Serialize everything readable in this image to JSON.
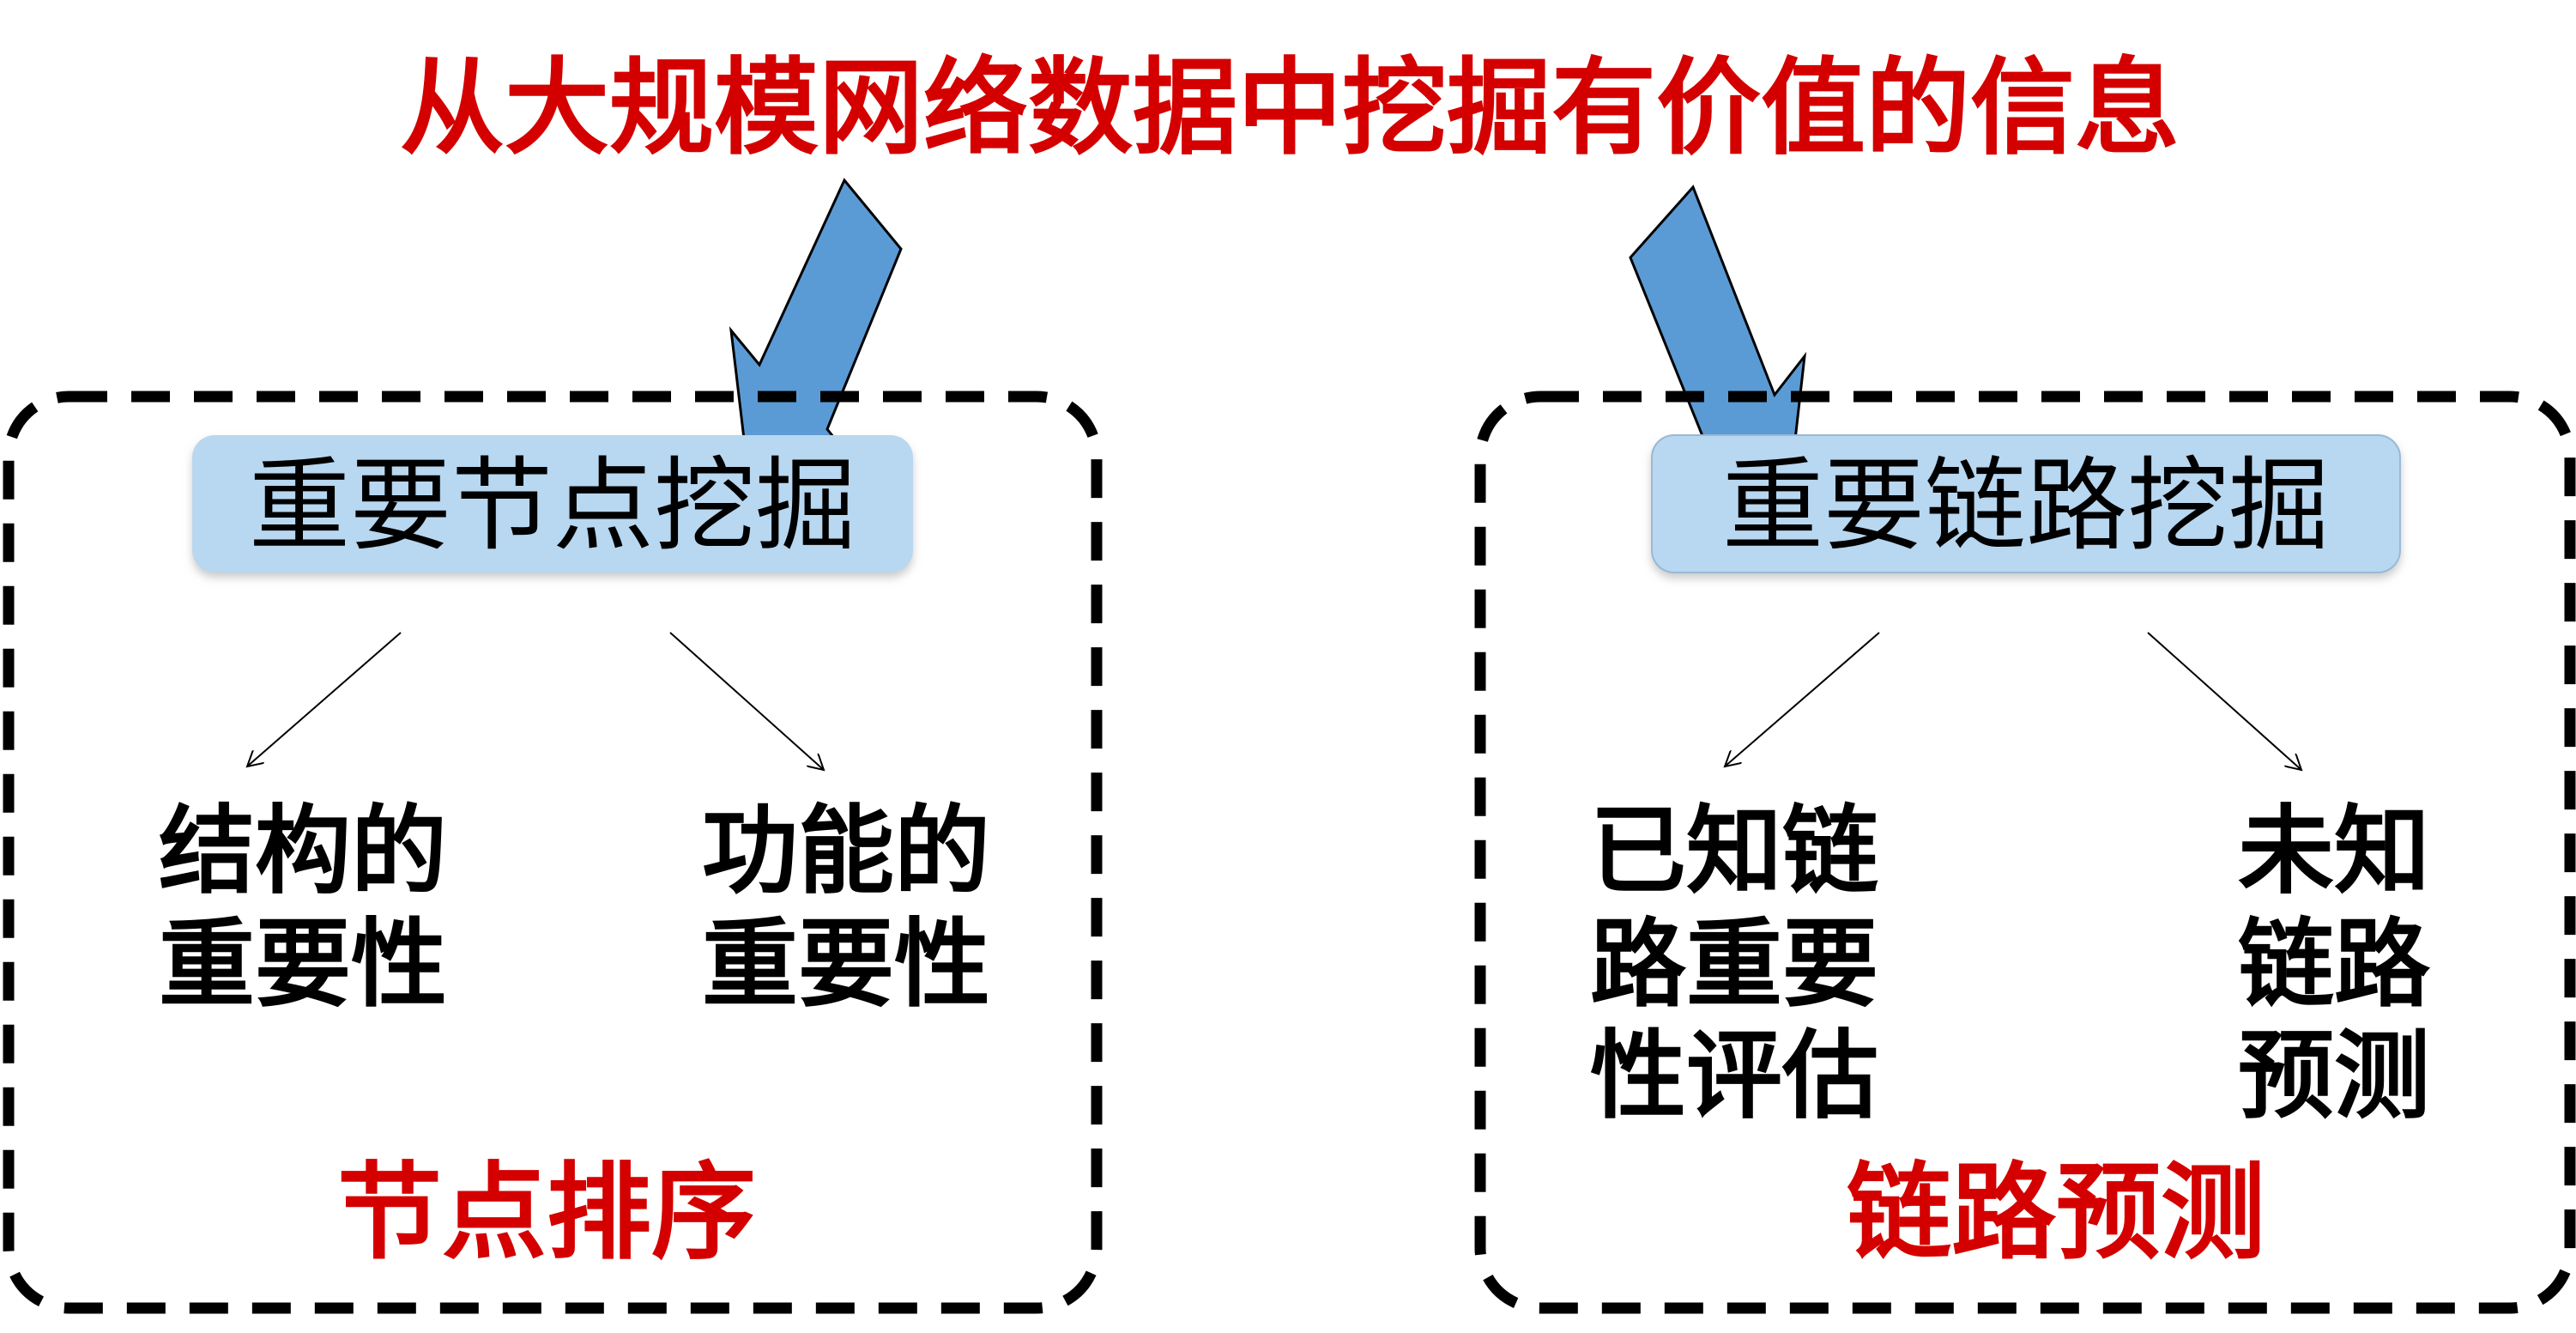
{
  "title": "从大规模网络数据中挖掘有价值的信息",
  "left": {
    "header": "重要节点挖掘",
    "items": [
      [
        "结构的",
        "重要性"
      ],
      [
        "功能的",
        "重要性"
      ]
    ],
    "footer": "节点排序"
  },
  "right": {
    "header": "重要链路挖掘",
    "items": [
      [
        "已知链",
        "路重要",
        "性评估"
      ],
      [
        "未知",
        "链路",
        "预测"
      ]
    ],
    "footer": "链路预测"
  },
  "colors": {
    "title": "#d40000",
    "box": "#b8d7f0",
    "arrow": "#5b9bd5"
  }
}
